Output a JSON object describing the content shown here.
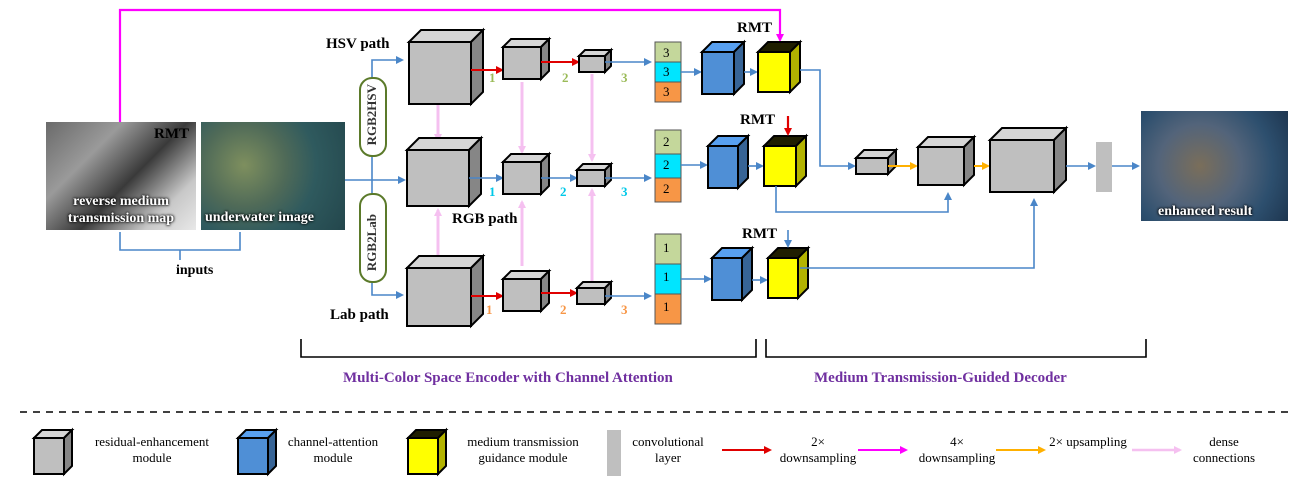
{
  "inputs": {
    "rmt_tag": "RMT",
    "rmt_caption": "reverse medium transmission map",
    "underwater_caption": "underwater image",
    "inputs_label": "inputs"
  },
  "output": {
    "caption": "enhanced result"
  },
  "paths": {
    "hsv": "HSV path",
    "rgb": "RGB path",
    "lab": "Lab path"
  },
  "converters": {
    "rgb2hsv": "RGB2HSV",
    "rgb2lab": "RGB2Lab"
  },
  "scale_numbers": {
    "one": "1",
    "two": "2",
    "three": "3"
  },
  "rmt_labels": {
    "top": "RMT",
    "middle": "RMT",
    "bottom": "RMT"
  },
  "sections": {
    "encoder": "Multi-Color Space Encoder with Channel Attention",
    "decoder": "Medium Transmission-Guided Decoder"
  },
  "legend": {
    "residual": "residual-enhancement module",
    "channel_attention": "channel-attention module",
    "medium_transmission": "medium transmission guidance module",
    "convolutional": "convolutional layer",
    "down2": "2× downsampling",
    "down4": "4× downsampling",
    "up2": "2× upsampling",
    "dense": "dense connections"
  },
  "colors": {
    "hsv_green": "#c4d79b",
    "rgb_cyan": "#00e5ff",
    "lab_orange": "#f79646",
    "residual_gray": "#bfbfbf",
    "attention_blue": "#4f8fd6",
    "mtg_yellow": "#ffff00",
    "arrow_red": "#e00000",
    "arrow_magenta": "#ff00ff",
    "arrow_orange": "#ffb000",
    "arrow_pink": "#f5c0f0",
    "connector_blue": "#4a86c8",
    "section_purple": "#7030a0"
  }
}
